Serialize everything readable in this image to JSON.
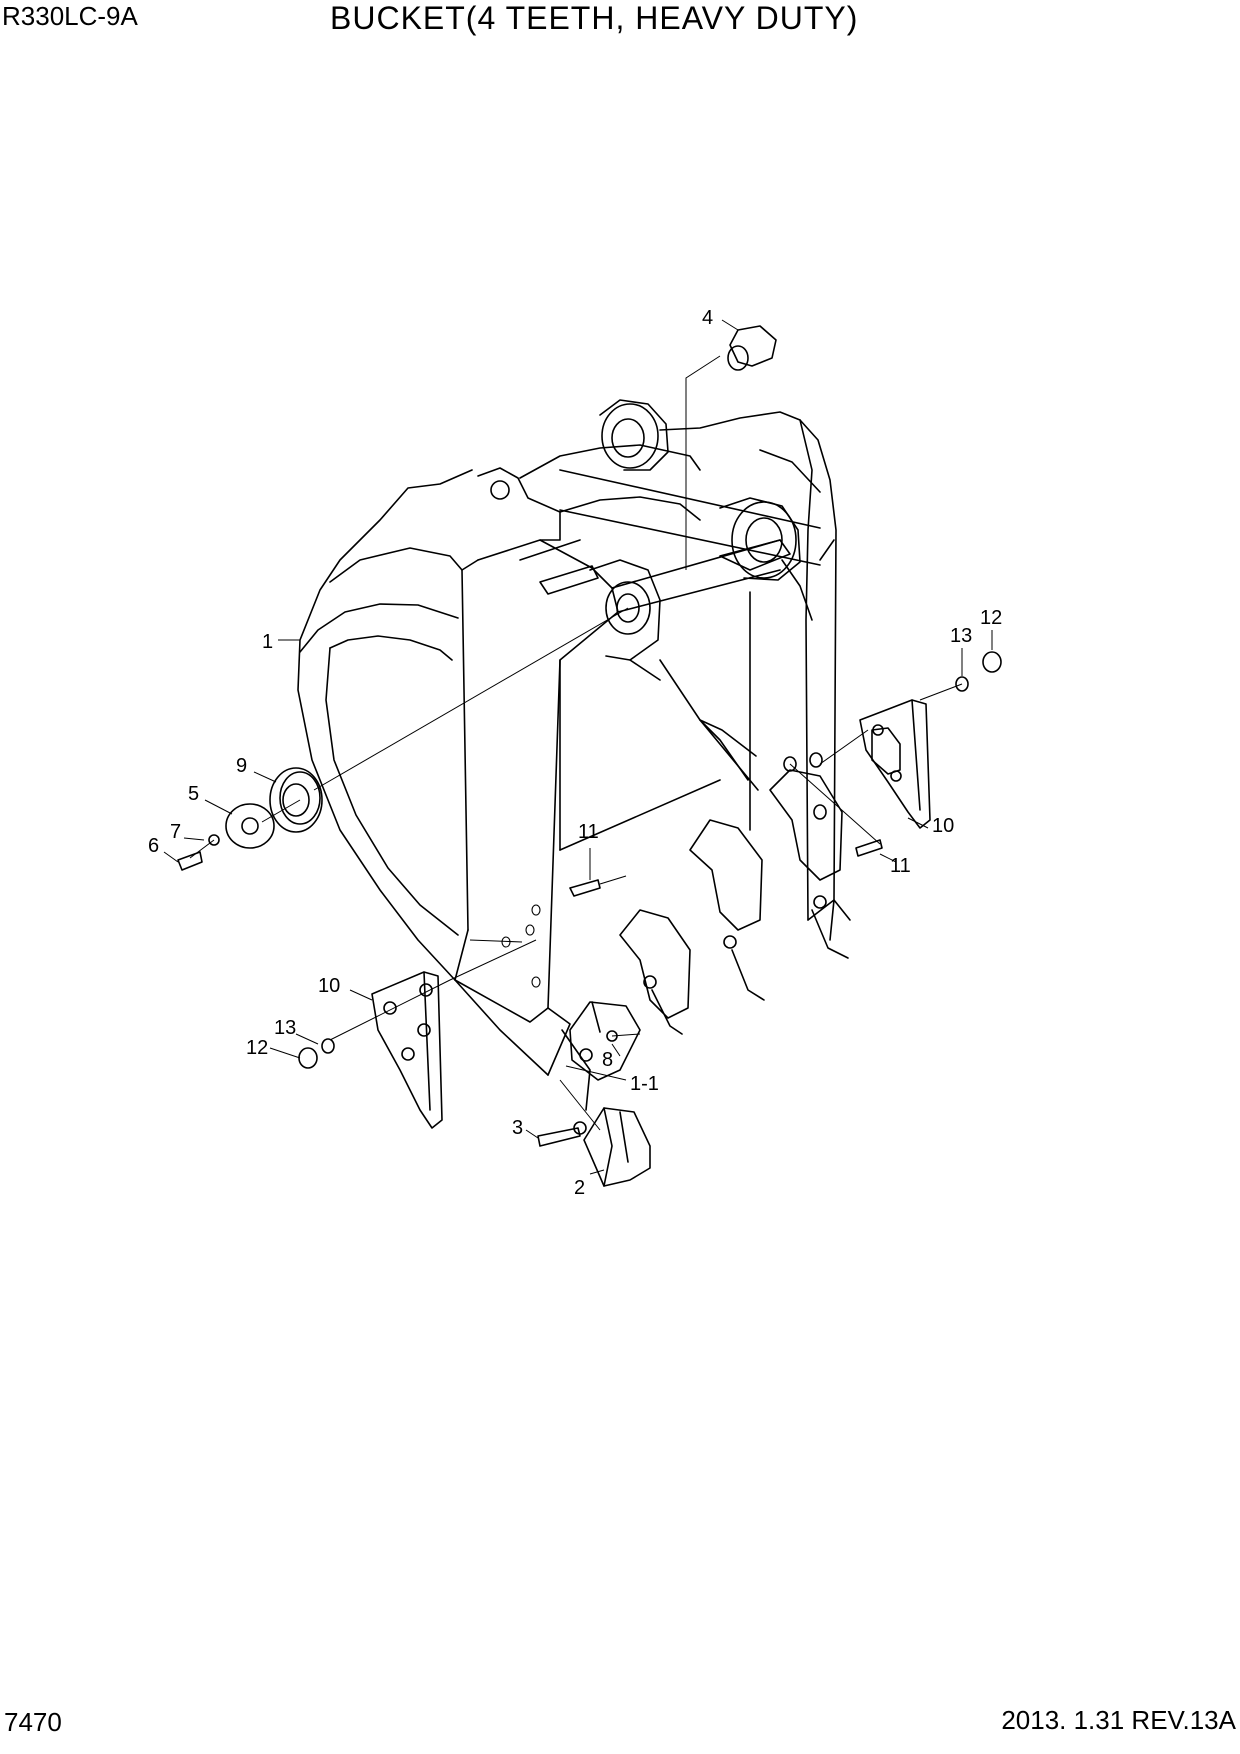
{
  "header": {
    "model": "R330LC-9A",
    "title": "BUCKET(4 TEETH, HEAVY DUTY)"
  },
  "footer": {
    "page_number": "7470",
    "revision": "2013. 1.31  REV.13A"
  },
  "callouts": {
    "c4": "4",
    "c1": "1",
    "c12a": "12",
    "c13a": "13",
    "c9": "9",
    "c5": "5",
    "c7": "7",
    "c6": "6",
    "c11a": "11",
    "c10a": "10",
    "c11b": "11",
    "c10b": "10",
    "c13b": "13",
    "c12b": "12",
    "c8": "8",
    "c1_1": "1-1",
    "c3": "3",
    "c2": "2"
  }
}
